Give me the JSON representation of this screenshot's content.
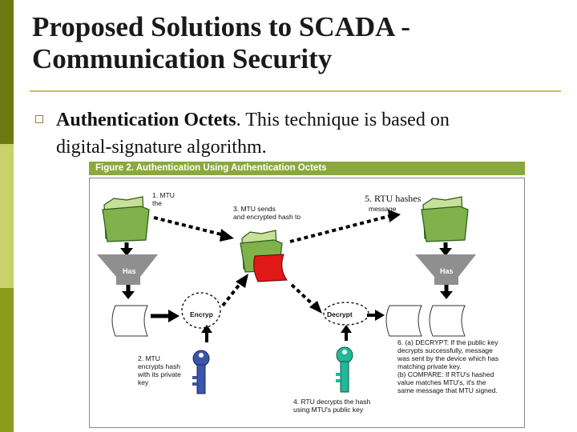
{
  "slide": {
    "title_line1": "Proposed Solutions to SCADA -",
    "title_line2": "Communication Security",
    "bullet_bold": "Authentication Octets",
    "bullet_rest": ". This technique is based on",
    "bullet_line2": "digital-signature algorithm.",
    "sidebar_colors": [
      "#6b7a10",
      "#c9d16a",
      "#8a9a1a"
    ]
  },
  "figure": {
    "header": "Figure 2. Authentication Using Authentication Octets",
    "step1": "1. MTU\n    the",
    "step2": "2. MTU\nencrypts hash\nwith its private\nkey",
    "step3": "3. MTU sends\n  and encrypted hash  to",
    "step4": "4. RTU decrypts the hash\nusing MTU's public key",
    "step5_title": "5. RTU hashes",
    "step5_sub": "message",
    "step6": "6. (a) DECRYPT:  If the public key\ndecrypts successfully, message\nwas sent by the device which has\nmatching private key.\n(b) COMPARE:  If RTU's hashed\nvalue matches MTU's, it's the\nsame message that MTU signed.",
    "hash_left": "Has",
    "hash_right": "Has",
    "encrypt_label": "Encryp",
    "decrypt_label": "Decrypt",
    "colors": {
      "folder": "#7fb24a",
      "folder_light": "#c8e09a",
      "funnel": "#8f8f8f",
      "key_blue": "#3b55a8",
      "key_teal": "#22b898",
      "red_doc": "#e01818"
    }
  }
}
